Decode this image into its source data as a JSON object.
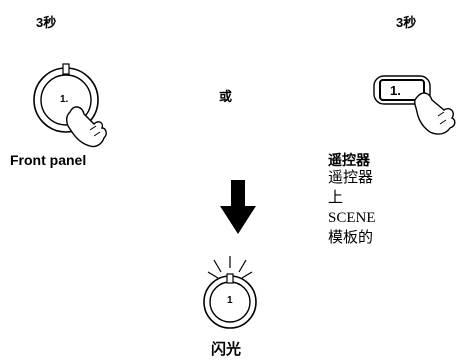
{
  "left_duration": "3秒",
  "right_duration": "3秒",
  "or_label": "或",
  "front_panel_caption": "Front panel",
  "front_panel_button": "1.",
  "remote_button": "1.",
  "remote_title": "遥控器",
  "remote_desc": [
    "遥控器",
    "上",
    "SCENE",
    "模板的"
  ],
  "result_button": "1",
  "flash_caption": "闪光"
}
